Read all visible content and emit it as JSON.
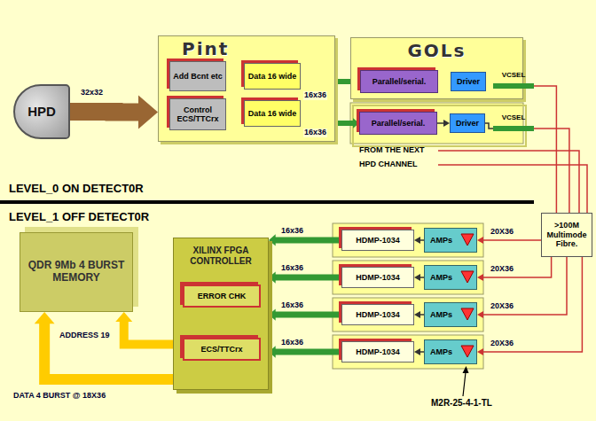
{
  "diagram": {
    "nodes": [
      {
        "text": [
          "HPD"
        ]
      },
      {
        "text": [
          "Pint"
        ]
      },
      {
        "text": [
          "Add Bcnt etc"
        ],
        "in": 1
      },
      {
        "text": [
          "Control ECS/TTCrx"
        ],
        "in": 1
      },
      {
        "text": [
          "Data 16 wide"
        ],
        "in": 1
      },
      {
        "text": [
          "Data 16 wide"
        ],
        "in": 1
      },
      {
        "text": [
          "GOLs"
        ]
      },
      {
        "text": [
          "Parallel/serial."
        ],
        "in": 6
      },
      {
        "text": [
          "Driver"
        ],
        "in": 6
      },
      {
        "text": [
          "VCSEL"
        ]
      },
      {
        "text": [
          "Parallel/serial."
        ]
      },
      {
        "text": [
          "Driver"
        ]
      },
      {
        "text": [
          "VCSEL"
        ]
      },
      {
        "text": [
          ">100M Multimode Fibre."
        ]
      },
      {
        "text": [
          "QDR 9Mb 4 BURST MEMORY"
        ]
      },
      {
        "text": [
          "XILINX FPGA CONTROLLER"
        ]
      },
      {
        "text": [
          "ERROR CHK"
        ],
        "in": 15
      },
      {
        "text": [
          "ECS/TTCrx"
        ],
        "in": 15
      },
      {
        "text": [
          "HDMP-1034"
        ]
      },
      {
        "text": [
          "AMPs"
        ]
      },
      {
        "text": [
          "HDMP-1034"
        ]
      },
      {
        "text": [
          "AMPs"
        ]
      },
      {
        "text": [
          "HDMP-1034"
        ]
      },
      {
        "text": [
          "AMPs"
        ]
      },
      {
        "text": [
          "HDMP-1034"
        ]
      },
      {
        "text": [
          "AMPs"
        ]
      }
    ],
    "edges": [
      {
        "from": 0,
        "to": 1,
        "label": "32x32",
        "arrow": "to"
      },
      {
        "from": 2,
        "to": 4,
        "arrow": "to"
      },
      {
        "from": 2,
        "to": 5,
        "arrow": "to"
      },
      {
        "from": 4,
        "to": 7,
        "label": "16x36",
        "arrow": "to"
      },
      {
        "from": 5,
        "to": 10,
        "label": "16x36",
        "arrow": "to"
      },
      {
        "from": 7,
        "to": 8,
        "arrow": "to"
      },
      {
        "from": 8,
        "to": 9,
        "arrow": "none"
      },
      {
        "from": 10,
        "to": 11,
        "arrow": "to"
      },
      {
        "from": 11,
        "to": 12,
        "arrow": "none"
      },
      {
        "from": 9,
        "to": 13,
        "arrow": "none"
      },
      {
        "from": 12,
        "to": 13,
        "arrow": "none"
      },
      {
        "from": 13,
        "to": 19,
        "label": "20X36",
        "arrow": "to"
      },
      {
        "from": 13,
        "to": 21,
        "label": "20X36",
        "arrow": "to"
      },
      {
        "from": 13,
        "to": 23,
        "label": "20X36",
        "arrow": "to"
      },
      {
        "from": 13,
        "to": 25,
        "label": "20X36",
        "arrow": "to"
      },
      {
        "from": 19,
        "to": 18,
        "arrow": "to"
      },
      {
        "from": 21,
        "to": 20,
        "arrow": "to"
      },
      {
        "from": 23,
        "to": 22,
        "arrow": "to"
      },
      {
        "from": 25,
        "to": 24,
        "arrow": "to"
      },
      {
        "from": 18,
        "to": 15,
        "label": "16x36",
        "arrow": "to"
      },
      {
        "from": 20,
        "to": 15,
        "label": "16x36",
        "arrow": "to"
      },
      {
        "from": 22,
        "to": 15,
        "label": "16x36",
        "arrow": "to"
      },
      {
        "from": 24,
        "to": 15,
        "label": "16x36",
        "arrow": "to"
      },
      {
        "from": 15,
        "to": 14,
        "label": "ADDRESS 19",
        "arrow": "to"
      },
      {
        "from": 15,
        "to": 14,
        "label": "DATA 4 BURST @ 18X36",
        "arrow": "to"
      }
    ],
    "labels": [
      "LEVEL_0 ON DETECT0R",
      "FROM THE NEXT",
      "HPD CHANNEL",
      "LEVEL_1 OFF DETECT0R",
      "M2R-25-4-1-TL"
    ]
  }
}
